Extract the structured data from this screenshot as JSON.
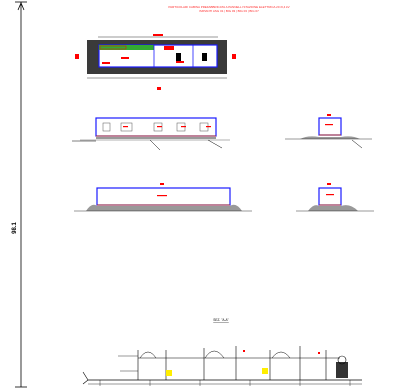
{
  "title_block": {
    "line1": "PARTICOLARI CABINA PREFABBRICATA A PANNELLI STAZIONE ELETTRICA 20 /0,4 kV",
    "line2": "IMPIANTI ASG 01 | BIG 03 | BIG 03 | BIG 07"
  },
  "dimension": {
    "height_value": "98.1"
  },
  "section": {
    "label": "SEZ. \"A-A\""
  },
  "colors": {
    "title": "#ff2a2a",
    "outline": "#1a1aff",
    "dark": "#333333",
    "green": "#33aa33",
    "annotation": "#ff0000",
    "ground": "#999999",
    "yellow": "#ffee00"
  }
}
